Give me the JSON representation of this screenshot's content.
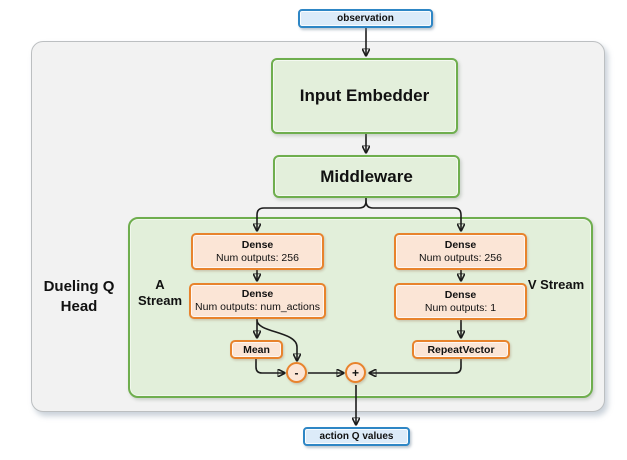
{
  "nodes": {
    "observation": "observation",
    "input_embedder": "Input Embedder",
    "middleware": "Middleware",
    "mean": "Mean",
    "repeat_vector": "RepeatVector",
    "minus": "-",
    "plus": "+",
    "action_q_values": "action Q values"
  },
  "groups": {
    "dueling_q_head": "Dueling Q Head",
    "a_stream": "A Stream",
    "v_stream": "V Stream"
  },
  "dense_blocks": {
    "a1": {
      "title": "Dense",
      "detail": "Num outputs: 256"
    },
    "a2": {
      "title": "Dense",
      "detail": "Num outputs: num_actions"
    },
    "v1": {
      "title": "Dense",
      "detail": "Num outputs: 256"
    },
    "v2": {
      "title": "Dense",
      "detail": "Num outputs: 1"
    }
  },
  "colors": {
    "blue_border": "#2e86c5",
    "blue_fill": "#dcebf9",
    "green_border": "#6fae4e",
    "green_fill": "#e3efdb",
    "green_container_fill": "#e2efda",
    "orange_border": "#e8832c",
    "orange_fill": "#fbe5d6",
    "outer_fill": "#f2f2f2",
    "outer_border": "#bcbfc1",
    "line": "#1c1c1c"
  }
}
